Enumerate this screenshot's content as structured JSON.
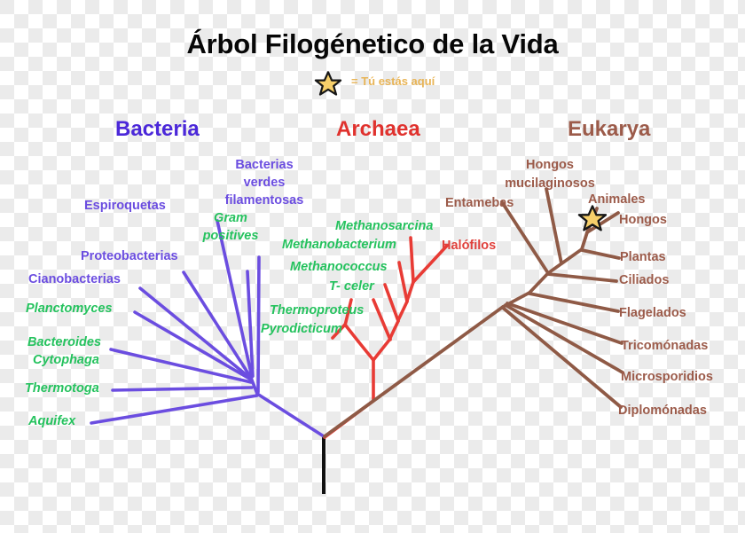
{
  "header": {
    "title": "Árbol Filogénetico de la Vida",
    "legend_star_icon": "star-icon",
    "legend_text": "= Tú estás aquí"
  },
  "domains": [
    {
      "id": "bacteria",
      "label": "Bacteria",
      "color": "#4b28d9"
    },
    {
      "id": "archaea",
      "label": "Archaea",
      "color": "#e0322e"
    },
    {
      "id": "eukarya",
      "label": "Eukarya",
      "color": "#9c5b4a"
    }
  ],
  "colors": {
    "bacteria_branch": "#6b4de0",
    "archaea_branch": "#e83b35",
    "eukarya_branch": "#8f5a46",
    "root_branch": "#111111",
    "taxon_green": "#25c25e",
    "taxon_purple": "#6b4de0",
    "taxon_red": "#e0413c",
    "taxon_brown": "#9c5b4a",
    "star_fill": "#f6cf6a",
    "star_stroke": "#171717",
    "legend_text": "#e8b456",
    "title": "#070707"
  },
  "chart_data": {
    "type": "diagram",
    "title": "Árbol Filogénetico de la Vida",
    "subtitle": "= Tú estás aquí",
    "root_label": "",
    "domains": [
      "Bacteria",
      "Archaea",
      "Eukarya"
    ],
    "taxa": {
      "bacteria": [
        "Espiroquetas",
        "Bacterias verdes filamentosas",
        "Gram positives",
        "Proteobacterias",
        "Cianobacterias",
        "Planctomyces",
        "Bacteroides Cytophaga",
        "Thermotoga",
        "Aquifex"
      ],
      "archaea": [
        "Methanosarcina",
        "Methanobacterium",
        "Methanococcus",
        "T- celer",
        "Thermoproteus",
        "Pyrodicticum",
        "Halófilos"
      ],
      "eukarya": [
        "Entamebas",
        "Hongos mucilaginosos",
        "Animales",
        "Hongos",
        "Plantas",
        "Ciliados",
        "Flagelados",
        "Tricomónadas",
        "Microsporidios",
        "Diplomónadas"
      ]
    },
    "you_are_here": "Animales"
  },
  "bacteria_taxa": {
    "espiroquetas": "Espiroquetas",
    "verdes_1": "Bacterias",
    "verdes_2": "verdes",
    "verdes_3": "filamentosas",
    "gram_1": "Gram",
    "gram_2": "positives",
    "proteobacterias": "Proteobacterias",
    "cianobacterias": "Cianobacterias",
    "planctomyces": "Planctomyces",
    "bacteroides": "Bacteroides",
    "cytophaga": "Cytophaga",
    "thermotoga": "Thermotoga",
    "aquifex": "Aquifex"
  },
  "archaea_taxa": {
    "methanosarcina": "Methanosarcina",
    "methanobacterium": "Methanobacterium",
    "methanococcus": "Methanococcus",
    "t_celer": "T- celer",
    "thermoproteus": "Thermoproteus",
    "pyrodicticum": "Pyrodicticum",
    "halofilos": "Halófilos"
  },
  "eukarya_taxa": {
    "entamebas": "Entamebas",
    "hongos_muc_1": "Hongos",
    "hongos_muc_2": "mucilaginosos",
    "animales": "Animales",
    "hongos": "Hongos",
    "plantas": "Plantas",
    "ciliados": "Ciliados",
    "flagelados": "Flagelados",
    "tricomonadas": "Tricomónadas",
    "microsporidios": "Microsporidios",
    "diplomonadas": "Diplomónadas"
  }
}
